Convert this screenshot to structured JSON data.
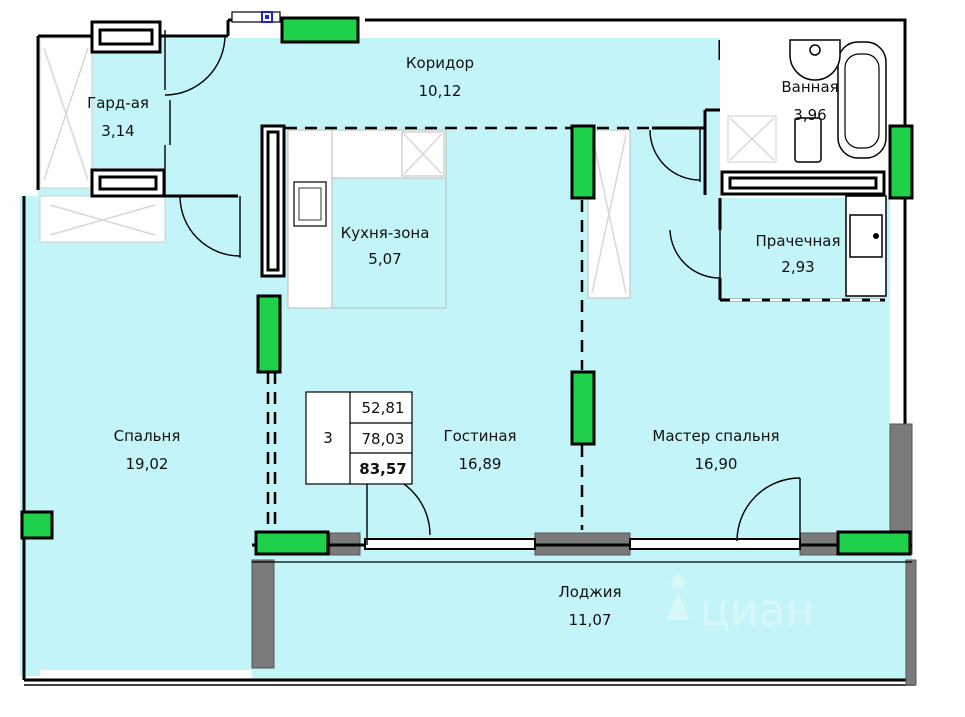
{
  "rooms": {
    "corridor": {
      "name": "Коридор",
      "area": "10,12"
    },
    "wardrobe": {
      "name": "Гард-ая",
      "area": "3,14"
    },
    "bathroom": {
      "name": "Ванная",
      "area": "3,96"
    },
    "kitchen": {
      "name": "Кухня-зона",
      "area": "5,07"
    },
    "laundry": {
      "name": "Прачечная",
      "area": "2,93"
    },
    "bedroom": {
      "name": "Спальня",
      "area": "19,02"
    },
    "living": {
      "name": "Гостиная",
      "area": "16,89"
    },
    "master": {
      "name": "Мастер спальня",
      "area": "16,90"
    },
    "loggia": {
      "name": "Лоджия",
      "area": "11,07"
    }
  },
  "summary": {
    "rooms_count": "3",
    "living_area": "52,81",
    "total_area": "78,03",
    "total_with_loggia": "83,57"
  },
  "watermark": "циан",
  "colors": {
    "floor": "#c3f4f7",
    "window": "#1fd14a",
    "wall": "#000000",
    "column": "#7a7a7a"
  }
}
